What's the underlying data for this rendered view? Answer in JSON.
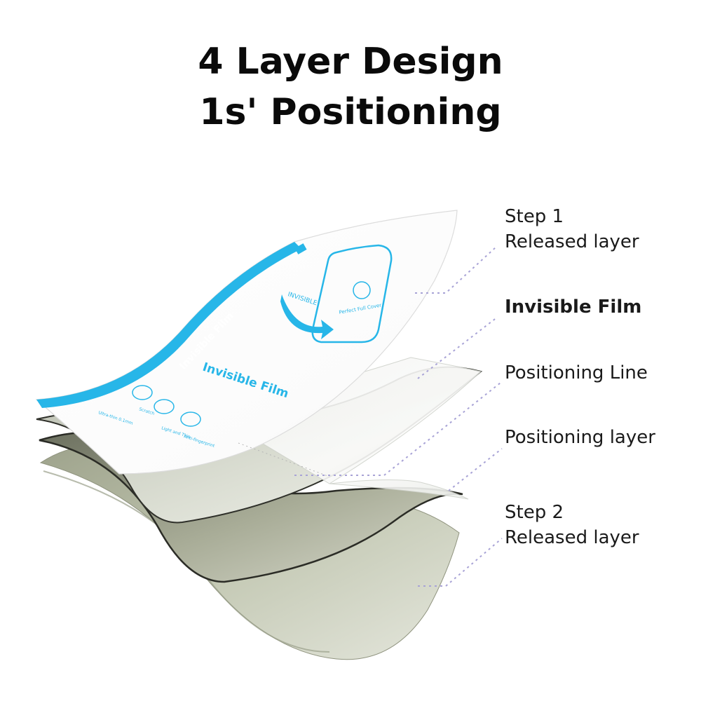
{
  "title": {
    "line1": "4 Layer Design",
    "line2": "1s' Positioning"
  },
  "labels": {
    "step1_line1": "Step 1",
    "step1_line2": "Released layer",
    "invisible_film": "Invisible Film",
    "positioning_line": "Positioning Line",
    "positioning_layer": "Positioning layer",
    "step2_line1": "Step 2",
    "step2_line2": "Released layer"
  },
  "film_print": {
    "brand_vertical": "Invisible Film",
    "brand_center": "Invisible Film",
    "arrow_badge": "INVISIBLE",
    "phone_caption": "Perfect Full Cover",
    "feature_1": "Scratch",
    "feature_2": "Light and Thin",
    "feature_3": "Anti-fingerprint",
    "small_line": "Ultra-thin 0.1mm"
  },
  "colors": {
    "accent_cyan": "#27b6e8",
    "leader_dots": "#a8a3d6",
    "dark_layer": "#3a3c34",
    "olive_layer": "#b7bca7"
  }
}
